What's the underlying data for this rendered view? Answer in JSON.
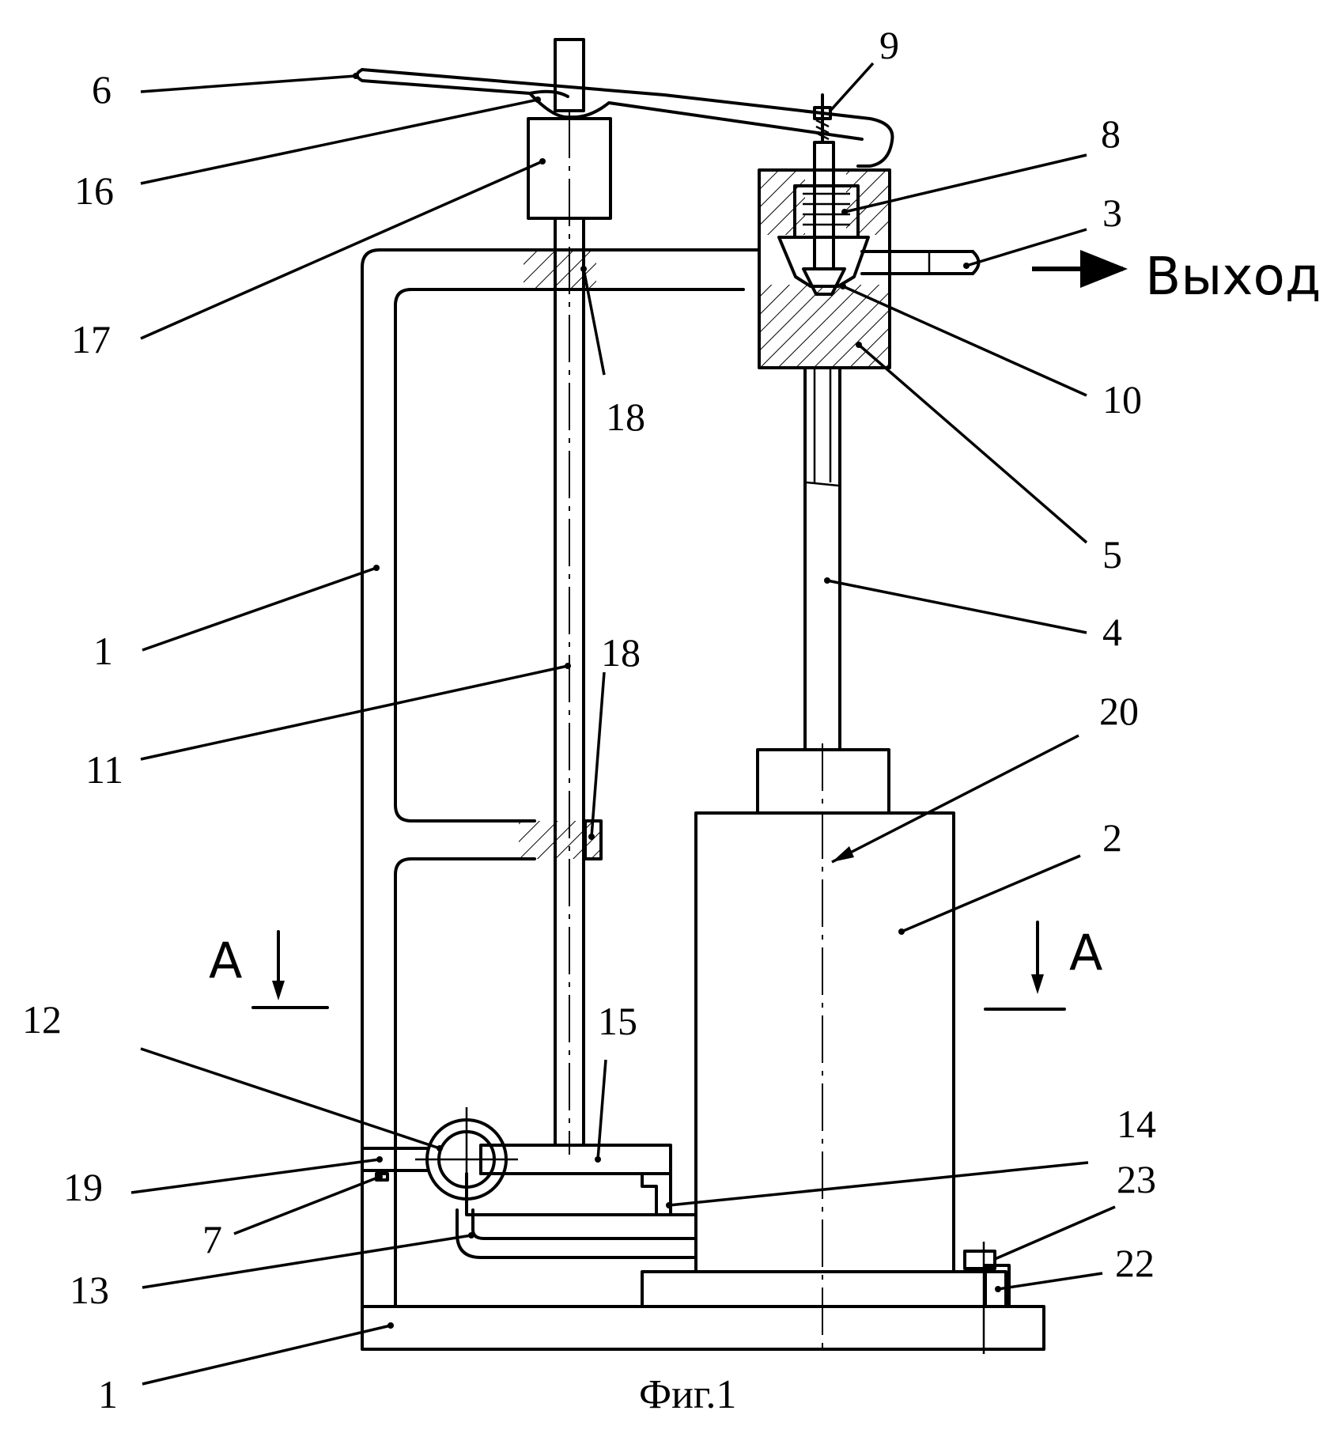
{
  "labels": {
    "p1_frame": "1",
    "p1_base": "1",
    "p2": "2",
    "p3": "3",
    "p4": "4",
    "p5": "5",
    "p6": "6",
    "p7": "7",
    "p8": "8",
    "p9": "9",
    "p10": "10",
    "p11": "11",
    "p12": "12",
    "p13": "13",
    "p14": "14",
    "p15": "15",
    "p16": "16",
    "p17": "17",
    "p18_top": "18",
    "p18_mid": "18",
    "p19": "19",
    "p20": "20",
    "p22": "22",
    "p23": "23"
  },
  "section": {
    "left": "A",
    "right": "A"
  },
  "outlet_label": "Выход",
  "caption": "Фиг.1"
}
